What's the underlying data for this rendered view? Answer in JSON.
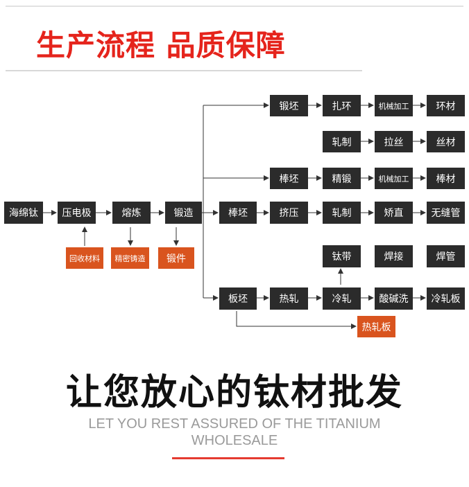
{
  "header": {
    "title": "生产流程  品质保障"
  },
  "diagram": {
    "nodes": {
      "haimian": "海绵钛",
      "yadianji": "压电极",
      "ronglian": "熔炼",
      "duanzao": "锻造",
      "huishou": "回收材料",
      "jingmi": "精密铸造",
      "duanjian": "锻件",
      "duanpi": "锻坯",
      "zhahuan": "扎环",
      "jixie1": "机械加工",
      "huancai": "环材",
      "zhazhi1": "轧制",
      "lasi": "拉丝",
      "sicai": "丝材",
      "bangpi1": "棒坯",
      "jingduan": "精锻",
      "jixie2": "机械加工",
      "bangcai": "棒材",
      "bangpi2": "棒坯",
      "jiya": "挤压",
      "zhazhi2": "轧制",
      "jiaozhi": "矫直",
      "wufengguan": "无缝管",
      "taidai": "钛带",
      "hanjie": "焊接",
      "hanguan": "焊管",
      "banpi": "板坯",
      "rezha": "热轧",
      "lengzha": "冷轧",
      "suanjianxi": "酸碱洗",
      "lengzhaban": "冷轧板",
      "rezhaban": "热轧板"
    }
  },
  "footer": {
    "headline": "让您放心的钛材批发",
    "subline": "LET YOU REST ASSURED OF THE TITANIUM WHOLESALE"
  },
  "colors": {
    "accent": "#e5241c",
    "node_dark": "#2b2b2b",
    "node_orange": "#d9541e"
  }
}
